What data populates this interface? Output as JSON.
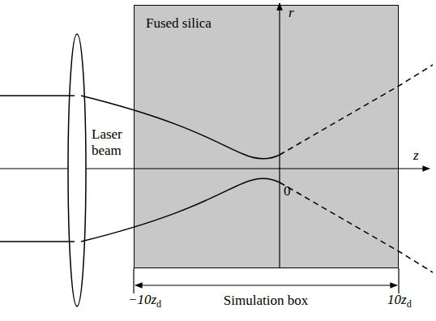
{
  "diagram": {
    "nodes": [
      {
        "text": [
          "Fused silica"
        ]
      }
    ],
    "labels": [
      "Laser beam",
      "r",
      "z",
      "0",
      "Simulation box",
      "−10z",
      "d",
      "10z",
      "d"
    ]
  }
}
